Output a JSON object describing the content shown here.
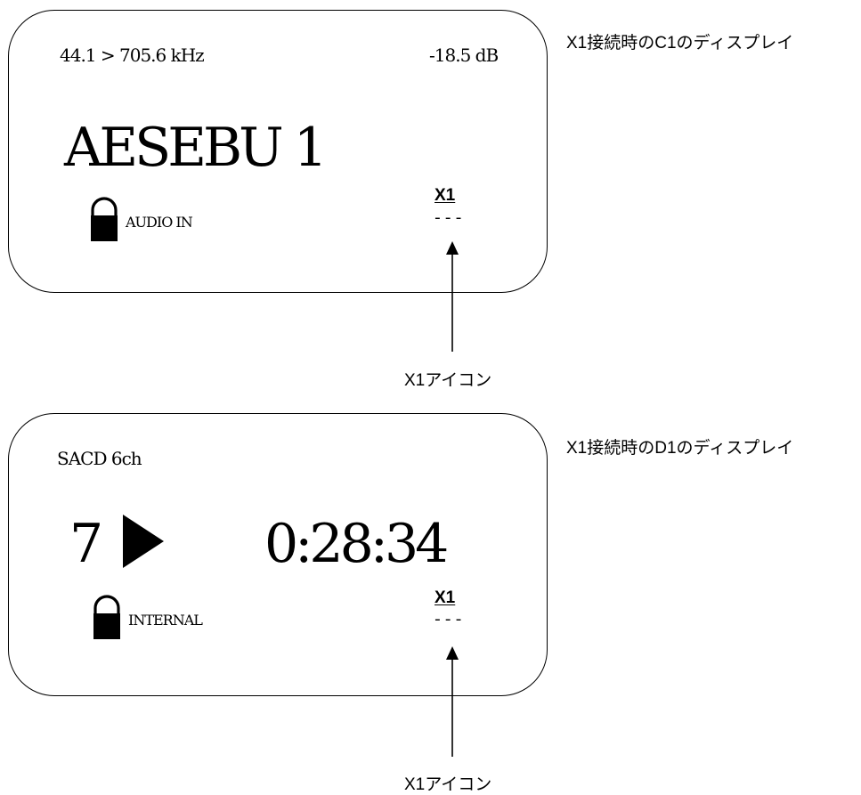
{
  "display_c1": {
    "caption": "X1接続時のC1のディスプレイ",
    "sample_rate": "44.1 > 705.6 kHz",
    "volume": "-18.5 dB",
    "input_name": "AESEBU 1",
    "lock_label": "AUDIO IN",
    "x1_label": "X1",
    "x1_status": "---",
    "arrow_label": "X1アイコン"
  },
  "display_d1": {
    "caption": "X1接続時のD1のディスプレイ",
    "format": "SACD 6ch",
    "track": "7",
    "time": "0:28:34",
    "lock_label": "INTERNAL",
    "x1_label": "X1",
    "x1_status": "---",
    "arrow_label": "X1アイコン"
  },
  "icons": [
    "lock-icon",
    "play-icon",
    "arrow-up-icon"
  ]
}
